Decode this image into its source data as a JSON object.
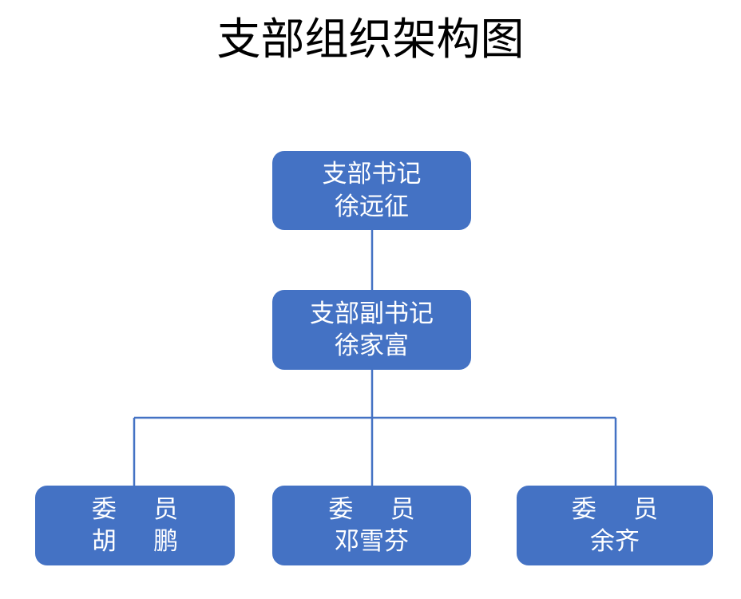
{
  "title": "支部组织架构图",
  "theme": {
    "node_fill": "#4472C4",
    "node_text": "#FFFFFF",
    "connector": "#4472C4",
    "background": "#FFFFFF",
    "title_color": "#000000"
  },
  "nodes": {
    "secretary": {
      "role": "支部书记",
      "name": "徐远征"
    },
    "deputy_secretary": {
      "role": "支部副书记",
      "name": "徐家富"
    },
    "member_1": {
      "role": "委 员",
      "name": "胡 鹏"
    },
    "member_2": {
      "role": "委 员",
      "name": "邓雪芬"
    },
    "member_3": {
      "role": "委 员",
      "name": "余齐"
    }
  },
  "chart_data": {
    "type": "diagram",
    "diagram_type": "org-chart",
    "title": "支部组织架构图",
    "orientation": "top-down",
    "levels": 3,
    "nodes": [
      {
        "id": "secretary",
        "role": "支部书记",
        "name": "徐远征",
        "level": 1,
        "parent": null
      },
      {
        "id": "deputy_secretary",
        "role": "支部副书记",
        "name": "徐家富",
        "level": 2,
        "parent": "secretary"
      },
      {
        "id": "member_1",
        "role": "委 员",
        "name": "胡 鹏",
        "level": 3,
        "parent": "deputy_secretary"
      },
      {
        "id": "member_2",
        "role": "委 员",
        "name": "邓雪芬",
        "level": 3,
        "parent": "deputy_secretary"
      },
      {
        "id": "member_3",
        "role": "委 员",
        "name": "余齐",
        "level": 3,
        "parent": "deputy_secretary"
      }
    ],
    "edges": [
      {
        "from": "secretary",
        "to": "deputy_secretary"
      },
      {
        "from": "deputy_secretary",
        "to": "member_1"
      },
      {
        "from": "deputy_secretary",
        "to": "member_2"
      },
      {
        "from": "deputy_secretary",
        "to": "member_3"
      }
    ]
  }
}
